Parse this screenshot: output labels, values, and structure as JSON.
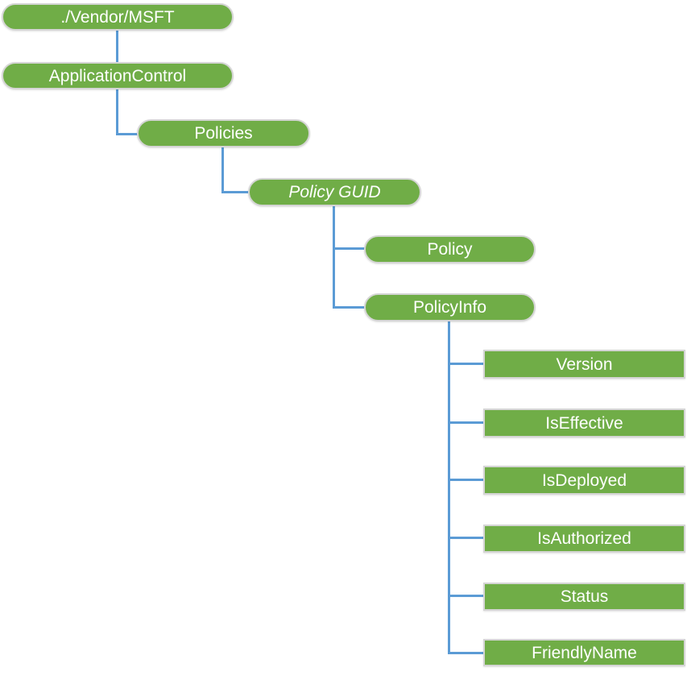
{
  "diagram": {
    "description": "CSP node hierarchy tree",
    "nodes": [
      {
        "id": "vendor-msft",
        "label": "./Vendor/MSFT",
        "shape": "pill",
        "italic": false
      },
      {
        "id": "application-control",
        "label": "ApplicationControl",
        "shape": "pill",
        "italic": false
      },
      {
        "id": "policies",
        "label": "Policies",
        "shape": "pill",
        "italic": false
      },
      {
        "id": "policy-guid",
        "label": "Policy GUID",
        "shape": "pill",
        "italic": true
      },
      {
        "id": "policy",
        "label": "Policy",
        "shape": "pill",
        "italic": false
      },
      {
        "id": "policy-info",
        "label": "PolicyInfo",
        "shape": "pill",
        "italic": false
      },
      {
        "id": "version",
        "label": "Version",
        "shape": "rect",
        "italic": false
      },
      {
        "id": "is-effective",
        "label": "IsEffective",
        "shape": "rect",
        "italic": false
      },
      {
        "id": "is-deployed",
        "label": "IsDeployed",
        "shape": "rect",
        "italic": false
      },
      {
        "id": "is-authorized",
        "label": "IsAuthorized",
        "shape": "rect",
        "italic": false
      },
      {
        "id": "status",
        "label": "Status",
        "shape": "rect",
        "italic": false
      },
      {
        "id": "friendly-name",
        "label": "FriendlyName",
        "shape": "rect",
        "italic": false
      }
    ],
    "edges": [
      {
        "from": "./Vendor/MSFT",
        "to": "ApplicationControl"
      },
      {
        "from": "ApplicationControl",
        "to": "Policies"
      },
      {
        "from": "Policies",
        "to": "Policy GUID"
      },
      {
        "from": "Policy GUID",
        "to": "Policy"
      },
      {
        "from": "Policy GUID",
        "to": "PolicyInfo"
      },
      {
        "from": "PolicyInfo",
        "to": "Version"
      },
      {
        "from": "PolicyInfo",
        "to": "IsEffective"
      },
      {
        "from": "PolicyInfo",
        "to": "IsDeployed"
      },
      {
        "from": "PolicyInfo",
        "to": "IsAuthorized"
      },
      {
        "from": "PolicyInfo",
        "to": "Status"
      },
      {
        "from": "PolicyInfo",
        "to": "FriendlyName"
      }
    ],
    "colors": {
      "node_fill": "#70AD47",
      "node_border": "#D5D5D5",
      "node_text": "#FFFFFF",
      "connector": "#5B9BD5"
    }
  }
}
